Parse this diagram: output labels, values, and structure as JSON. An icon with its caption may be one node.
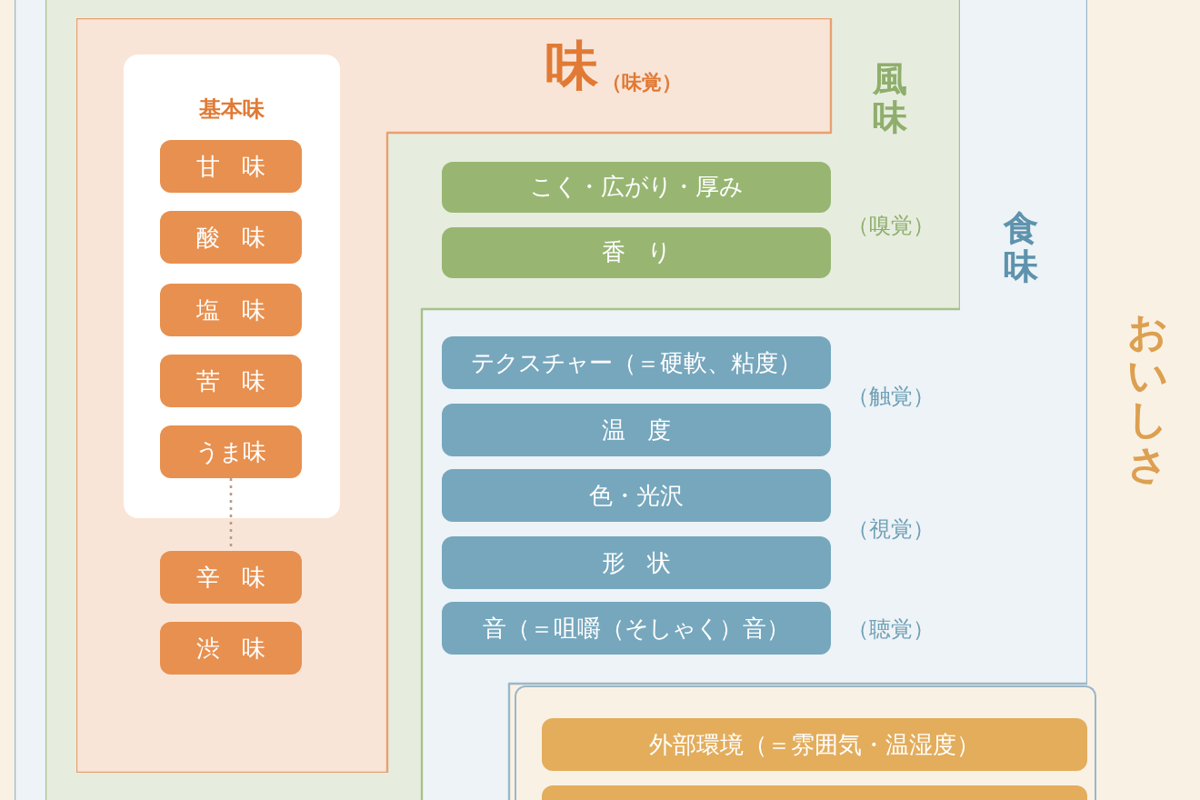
{
  "diagram": {
    "nodes": [
      {
        "text": [
          "おいしさ"
        ]
      },
      {
        "text": [
          "食味"
        ],
        "in": 0
      },
      {
        "text": [
          "風味"
        ],
        "in": 1
      },
      {
        "text": [
          "味",
          "（味覚）"
        ],
        "in": 2
      },
      {
        "text": [
          "基本味"
        ],
        "in": 3
      },
      {
        "text": [
          "甘味"
        ],
        "in": 4
      },
      {
        "text": [
          "酸味"
        ],
        "in": 4
      },
      {
        "text": [
          "塩味"
        ],
        "in": 4
      },
      {
        "text": [
          "苦味"
        ],
        "in": 4
      },
      {
        "text": [
          "うま味"
        ],
        "in": 4
      },
      {
        "text": [
          "辛味"
        ],
        "in": 3
      },
      {
        "text": [
          "渋味"
        ],
        "in": 3
      },
      {
        "text": [
          "こく・広がり・厚み"
        ],
        "in": 2
      },
      {
        "text": [
          "香り"
        ],
        "in": 2
      },
      {
        "text": [
          "テクスチャー（＝硬軟、粘度）"
        ],
        "in": 1
      },
      {
        "text": [
          "温度"
        ],
        "in": 1
      },
      {
        "text": [
          "色・光沢"
        ],
        "in": 1
      },
      {
        "text": [
          "形状"
        ],
        "in": 1
      },
      {
        "text": [
          "音（＝咀嚼（そしゃく）音）"
        ],
        "in": 1
      },
      {
        "text": [],
        "shape": "box",
        "in": 0
      },
      {
        "text": [
          "外部環境（＝雰囲気・温湿度）"
        ],
        "in": 19
      },
      {
        "text": [],
        "shape": "bar",
        "in": 19
      }
    ],
    "edges": [
      {
        "from": 9,
        "to": 10,
        "arrow": "none",
        "style": "dashed"
      }
    ],
    "labels": [
      "（嗅覚）",
      "（触覚）",
      "（視覚）",
      "（聴覚）"
    ]
  }
}
